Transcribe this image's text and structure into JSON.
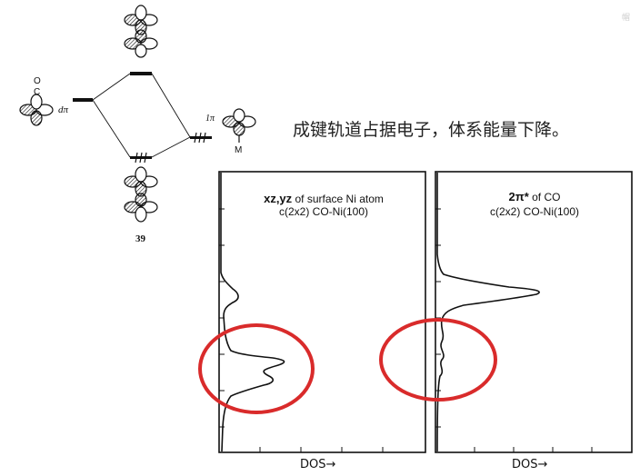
{
  "caption": "成键轨道占据电子，体系能量下降。",
  "figure_number": "39",
  "watermark": "帽",
  "mo_diagram": {
    "left_orbital_label": "dπ",
    "right_orbital_label": "1π",
    "ligand_atoms": [
      "O",
      "C"
    ],
    "metal_label": "M"
  },
  "panels": [
    {
      "title_bold": "xz,yz",
      "title_rest": " of surface Ni atom",
      "subtitle": "c(2x2) CO-Ni(100)",
      "xlabel": "DOS→",
      "highlight": "red-circle"
    },
    {
      "title_bold": "2π*",
      "title_rest": " of CO",
      "subtitle": "c(2x2) CO-Ni(100)",
      "xlabel": "DOS→",
      "highlight": "red-circle"
    }
  ],
  "colors": {
    "highlight": "#d92b2b",
    "line": "#111111",
    "caption": "#222222"
  }
}
